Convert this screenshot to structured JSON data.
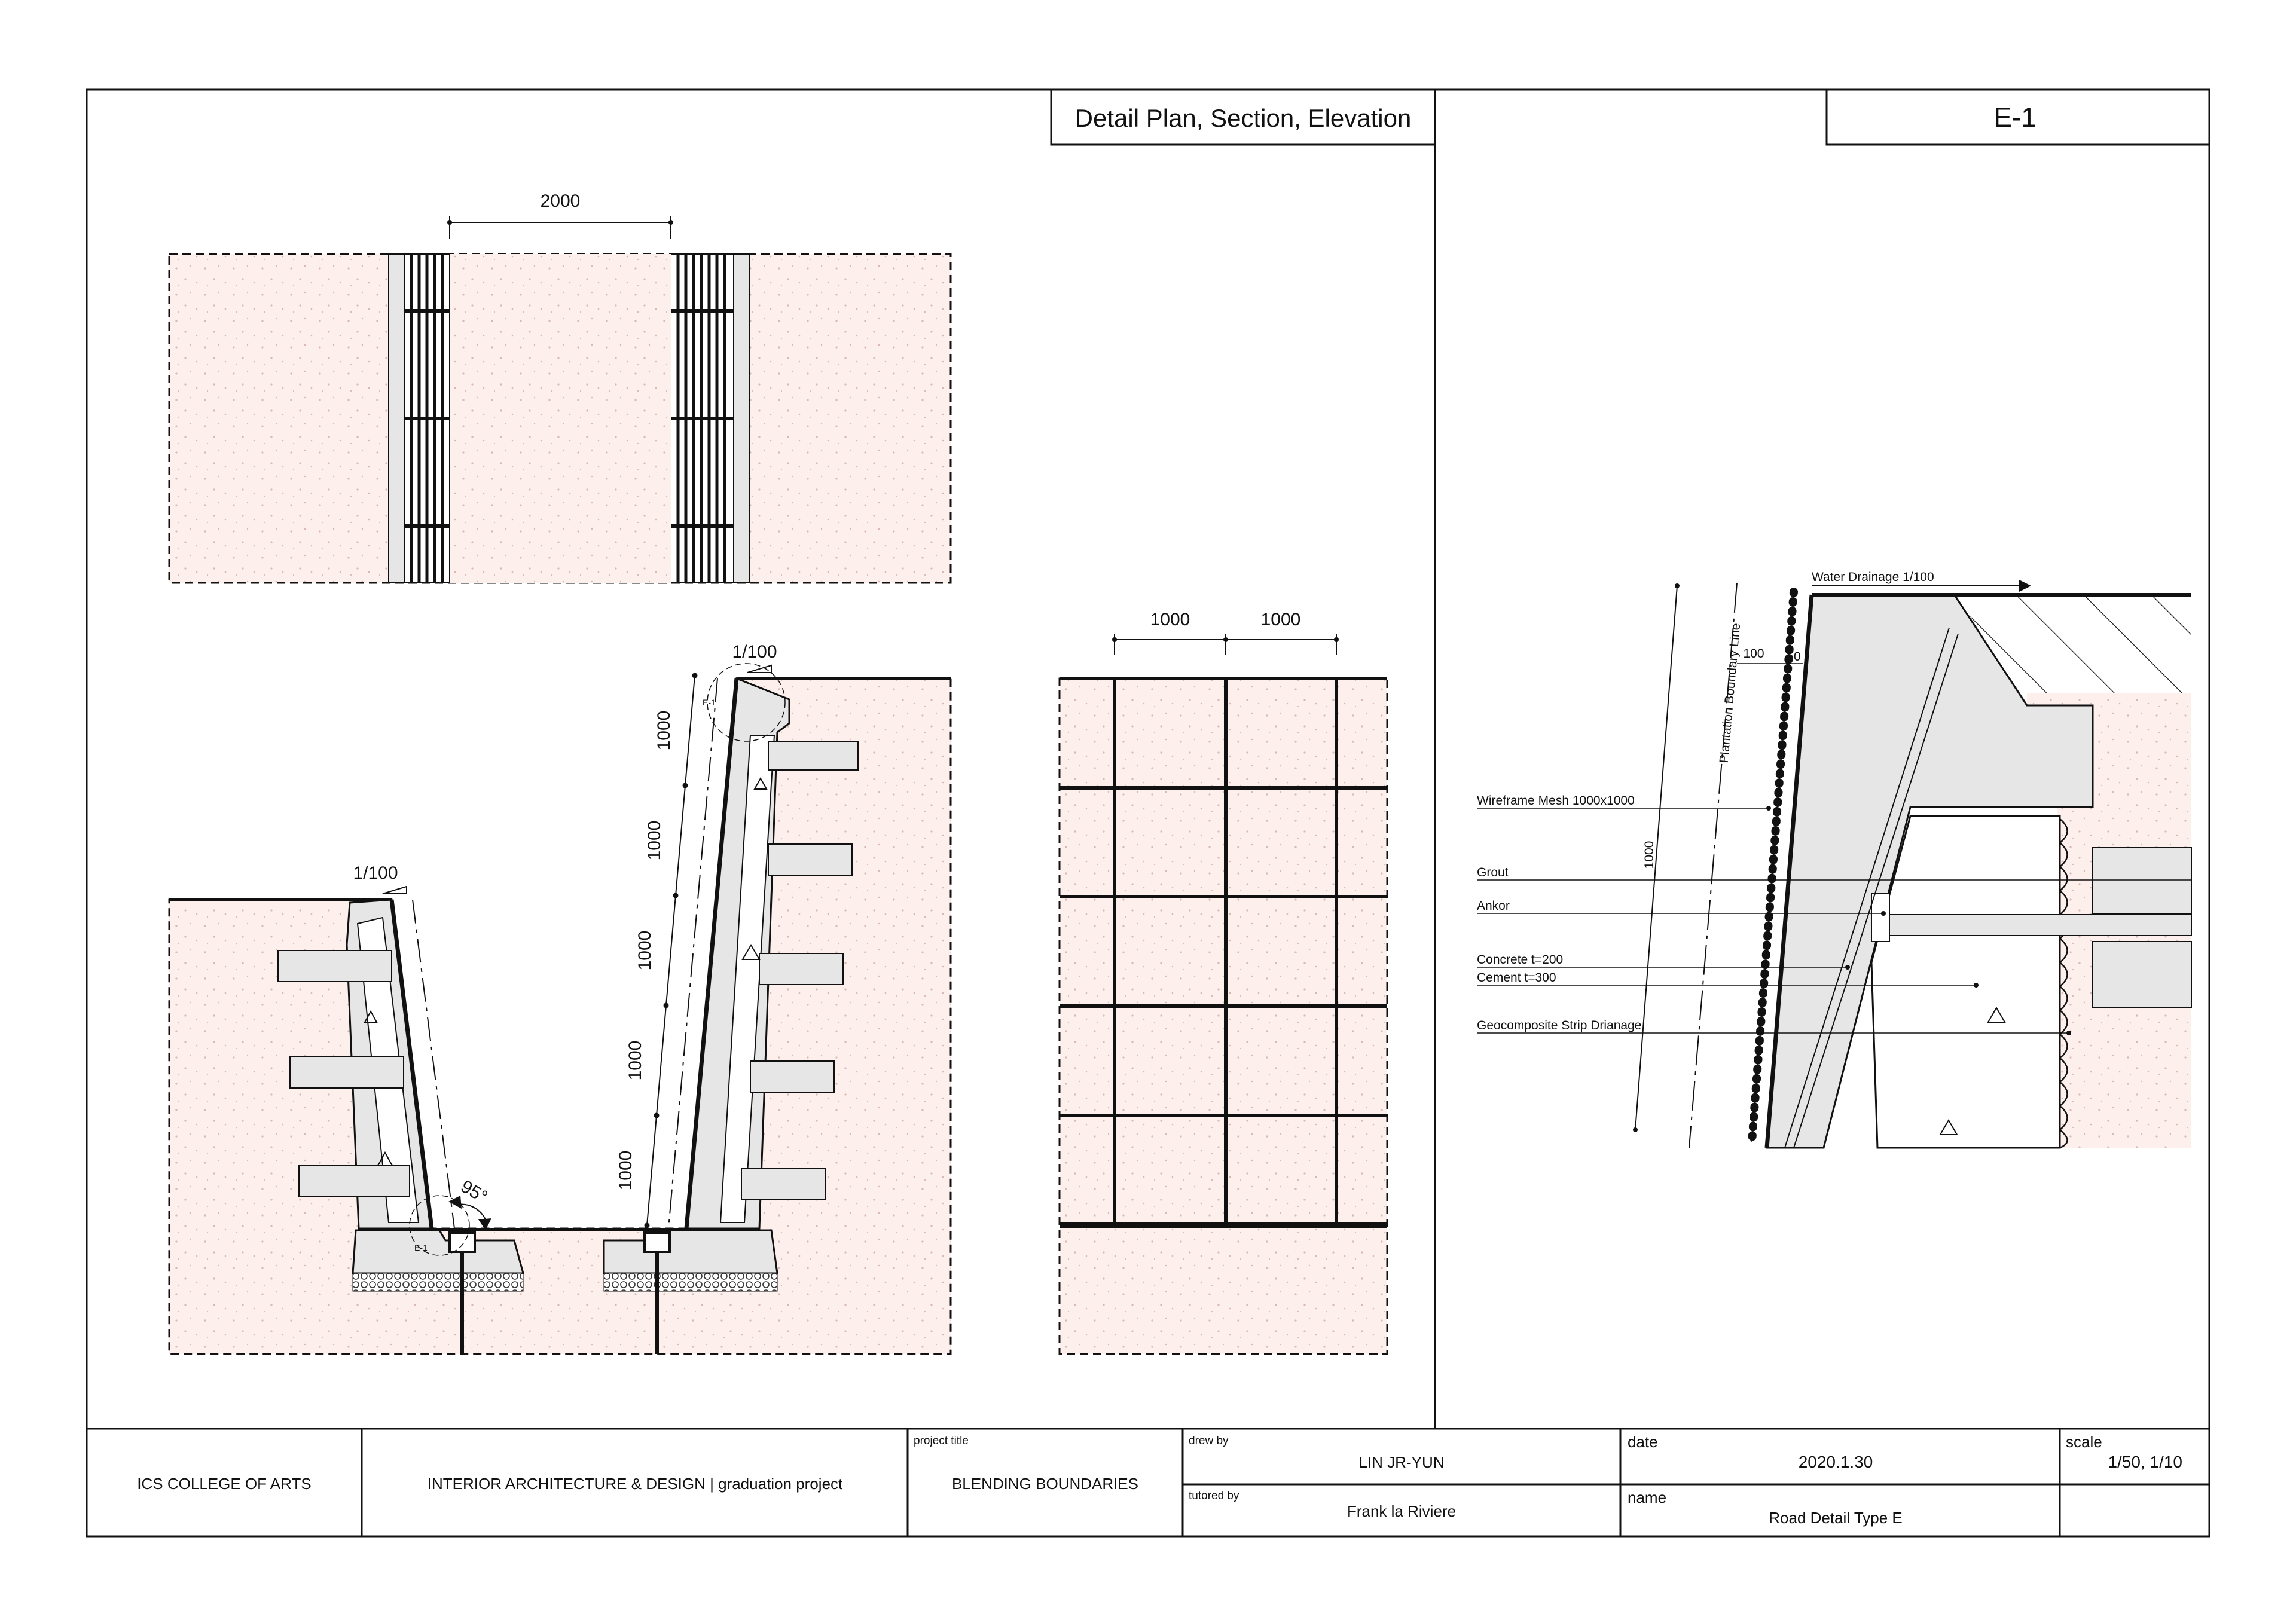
{
  "header": {
    "drawing_title": "Detail Plan, Section, Elevation",
    "sheet_number": "E-1"
  },
  "plan_view": {
    "dimension": "2000"
  },
  "section_view": {
    "slope_left": "1/100",
    "slope_right": "1/100",
    "angle": "95°",
    "detail_tag_top": "E-1",
    "detail_tag_bottom": "E-1",
    "segment_dims": [
      "1000",
      "1000",
      "1000",
      "1000",
      "1000"
    ]
  },
  "elevation_view": {
    "dims": [
      "1000",
      "1000"
    ]
  },
  "detail_view": {
    "water_drainage": "Water Drainage 1/100",
    "plantation_line": "Plantation Boundary Line",
    "dim_100": "100",
    "dim_50": "50",
    "dim_1000": "1000",
    "labels": [
      "Wireframe Mesh 1000x1000",
      "Grout",
      "Ankor",
      "Concrete t=200",
      "Cement t=300",
      "Geocomposite Strip Drianage"
    ]
  },
  "title_block": {
    "school": "ICS COLLEGE OF ARTS",
    "program": "INTERIOR ARCHITECTURE & DESIGN | graduation project",
    "project_title_label": "project title",
    "project_title": "BLENDING BOUNDARIES",
    "drew_by_label": "drew by",
    "drew_by": "LIN JR-YUN",
    "tutored_by_label": "tutored by",
    "tutored_by": "Frank la Riviere",
    "date_label": "date",
    "date": "2020.1.30",
    "name_label": "name",
    "name": "Road Detail Type E",
    "scale_label": "scale",
    "scale": "1/50, 1/10"
  },
  "colors": {
    "soil_fill": "#fcefec",
    "concrete_fill": "#e6e6e6",
    "line": "#111111"
  }
}
